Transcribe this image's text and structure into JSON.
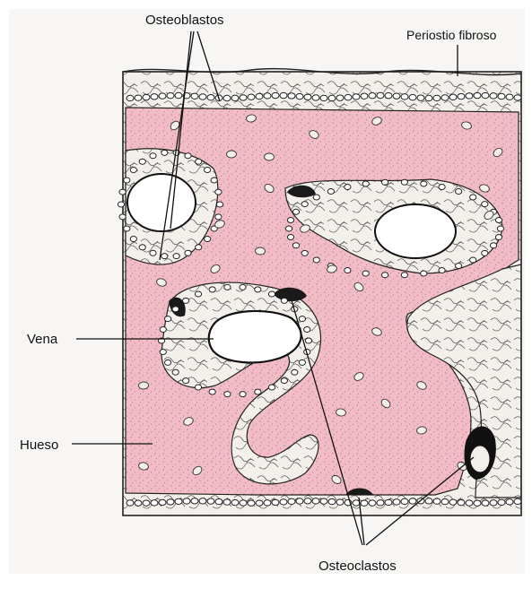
{
  "figure": {
    "labels": {
      "osteoblasts": "Osteoblastos",
      "periosteum": "Periostio fibroso",
      "vein": "Vena",
      "bone": "Hueso",
      "osteoclasts": "Osteoclastos"
    },
    "colors": {
      "paper": "#f7f6f4",
      "bone": "#f2bcc6",
      "stipple": "#9a6a74",
      "tissue": "#f3efea",
      "ink": "#222222",
      "osteoclast": "#1a1a1a"
    },
    "icons": {
      "osteoblast": "osteoblast-cell-icon",
      "osteoclast": "osteoclast-cell-icon",
      "vein": "vein-lumen-icon"
    }
  }
}
